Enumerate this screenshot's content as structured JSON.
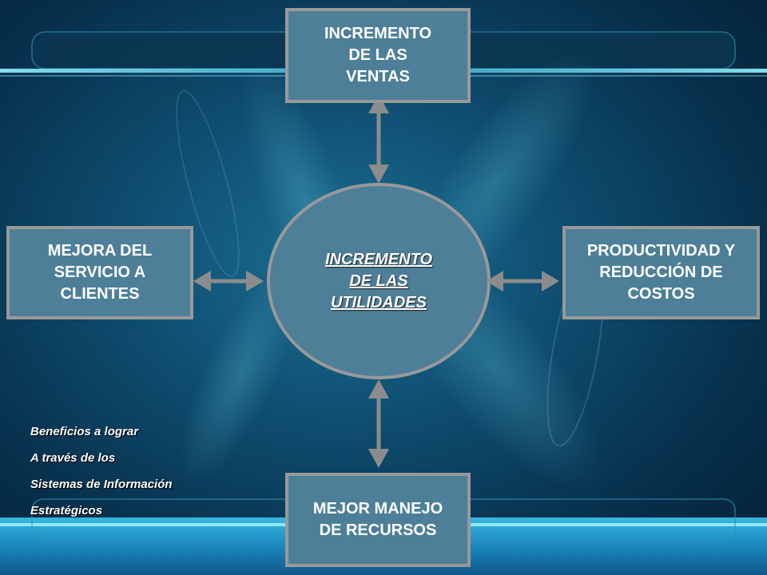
{
  "diagram": {
    "top": {
      "lines": [
        "INCREMENTO",
        "DE LAS",
        "VENTAS"
      ]
    },
    "left": {
      "lines": [
        "MEJORA DEL",
        "SERVICIO A",
        "CLIENTES"
      ]
    },
    "right": {
      "lines": [
        "PRODUCTIVIDAD Y",
        "REDUCCIÓN DE",
        "COSTOS"
      ]
    },
    "bottom": {
      "lines": [
        "MEJOR MANEJO",
        "DE RECURSOS"
      ]
    },
    "center": {
      "lines": [
        "INCREMENTO",
        "DE LAS",
        "UTILIDADES"
      ]
    },
    "note": {
      "lines": [
        "Beneficios a lograr",
        "A través de los",
        "Sistemas de Información",
        "Estratégicos"
      ]
    }
  },
  "colors": {
    "box_fill": "#4d7f99",
    "box_border": "#999999",
    "ellipse_fill": "#4d7f99",
    "arrow": "#8c8c8c",
    "text": "#ffffff"
  }
}
